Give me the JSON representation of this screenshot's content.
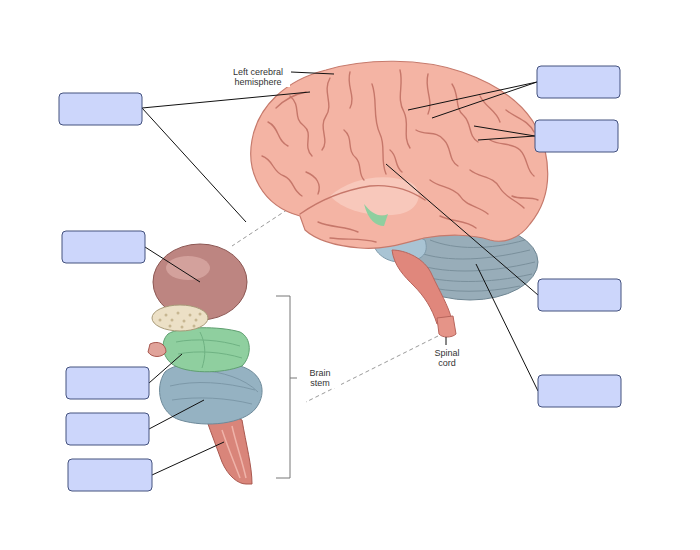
{
  "diagram": {
    "labels": [
      "Left cerebral hemisphere",
      "Brain stem",
      "Spinal cord"
    ]
  }
}
